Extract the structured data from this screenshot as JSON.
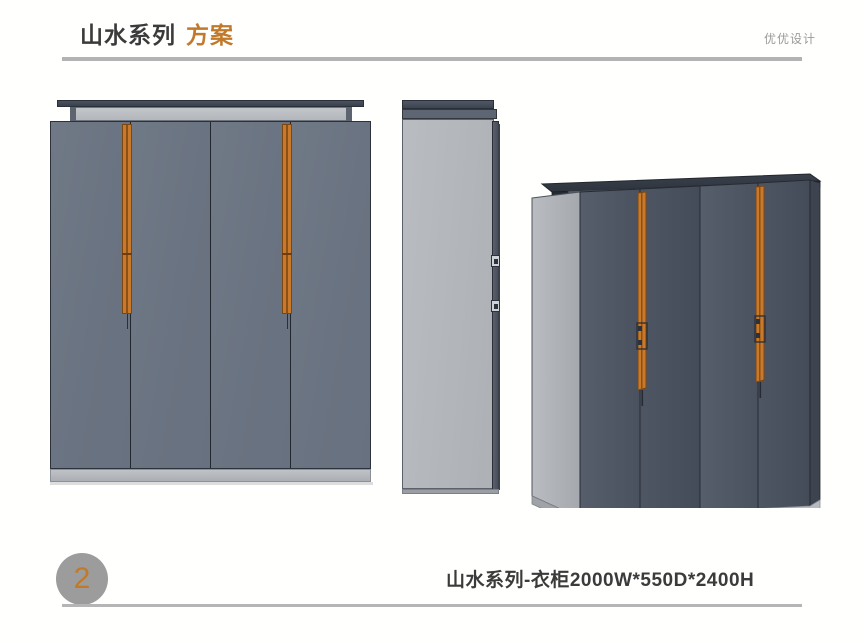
{
  "header": {
    "title_main": "山水系列",
    "title_accent": "方案",
    "brand": "优优设计"
  },
  "footer": {
    "badge_number": "2",
    "caption": "山水系列-衣柜2000W*550D*2400H"
  },
  "colors": {
    "accent_orange": "#c07a2a",
    "handle_orange": "#c8792a",
    "door_slate": "#6b7482",
    "door_dark_slate": "#4e5664",
    "side_panel_gray": "#b5b8bd",
    "top_panel_dark": "#3d4450",
    "rule_gray": "#b3b3b3",
    "badge_gray": "#9c9c9c",
    "text_dark": "#3b3b3b",
    "text_brand_gray": "#9a9a9a",
    "background": "#fffffd"
  },
  "views": {
    "front": {
      "label": "front-elevation",
      "doors": 4,
      "handles": 2,
      "door_widths": [
        80,
        80,
        80,
        81
      ]
    },
    "side": {
      "label": "side-elevation",
      "hinges": 2
    },
    "iso": {
      "label": "3d-perspective-view",
      "doors": 4,
      "handles": 2
    }
  },
  "product": {
    "series": "山水系列",
    "item": "衣柜",
    "width_mm": "2000W",
    "depth_mm": "550D",
    "height_mm": "2400H"
  }
}
